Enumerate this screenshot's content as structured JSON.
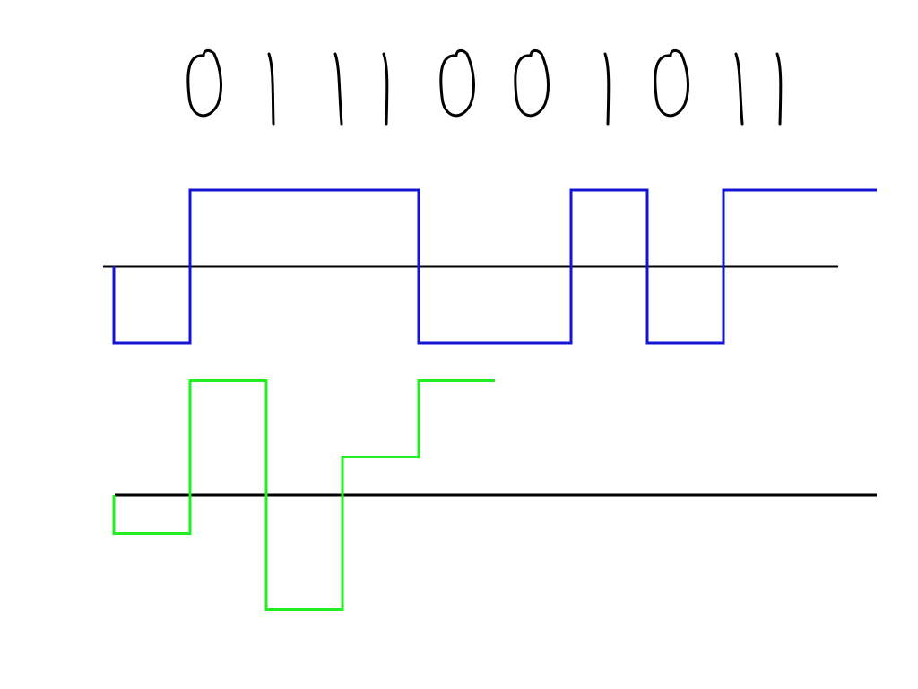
{
  "bit_sequence": [
    "0",
    "1",
    "1",
    "1",
    "0",
    "0",
    "1",
    "0",
    "1",
    "1"
  ],
  "bit_sequence_text": "0111001011",
  "colors": {
    "ink": "#000000",
    "blue_wave": "#1414d6",
    "green_wave": "#22ee22",
    "background": "#ffffff"
  },
  "waveforms": [
    {
      "id": "upper",
      "levels": [
        -1,
        1,
        1,
        1,
        -1,
        -1,
        1,
        -1,
        1,
        1
      ],
      "color_key": "blue_wave"
    },
    {
      "id": "lower",
      "levels": [
        -1,
        3,
        -3,
        1,
        3
      ],
      "color_key": "green_wave"
    }
  ]
}
